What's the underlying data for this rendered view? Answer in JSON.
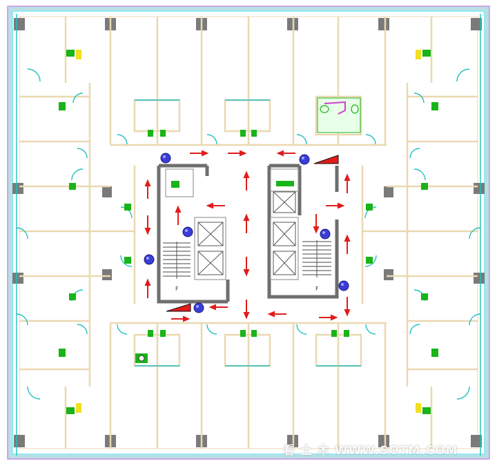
{
  "diagram": {
    "type": "architectural-floor-plan",
    "colors": {
      "outer_wall": "#b9dfe3",
      "curtain_wall_cyan": "#4fd8e8",
      "curtain_wall_magenta": "#c678e0",
      "partition": "#ead8b0",
      "core_wall": "#6e6e6e",
      "column": "#7a7a7a",
      "door": "#20c0c0",
      "evacuation_arrow": "#e21b1b",
      "hydrant_marker": "#3c3cd8",
      "fixture_green": "#18b418",
      "fixture_yellow": "#f0e020",
      "toilet_magenta": "#d040d0"
    },
    "legend_marks": {
      "evacuation_arrow": "evacuation direction arrow",
      "hydrant_marker": "fire hydrant marker",
      "stair_mark": "F"
    }
  },
  "watermark": {
    "text": "看 土 木 WWW.SOTM.COM"
  }
}
